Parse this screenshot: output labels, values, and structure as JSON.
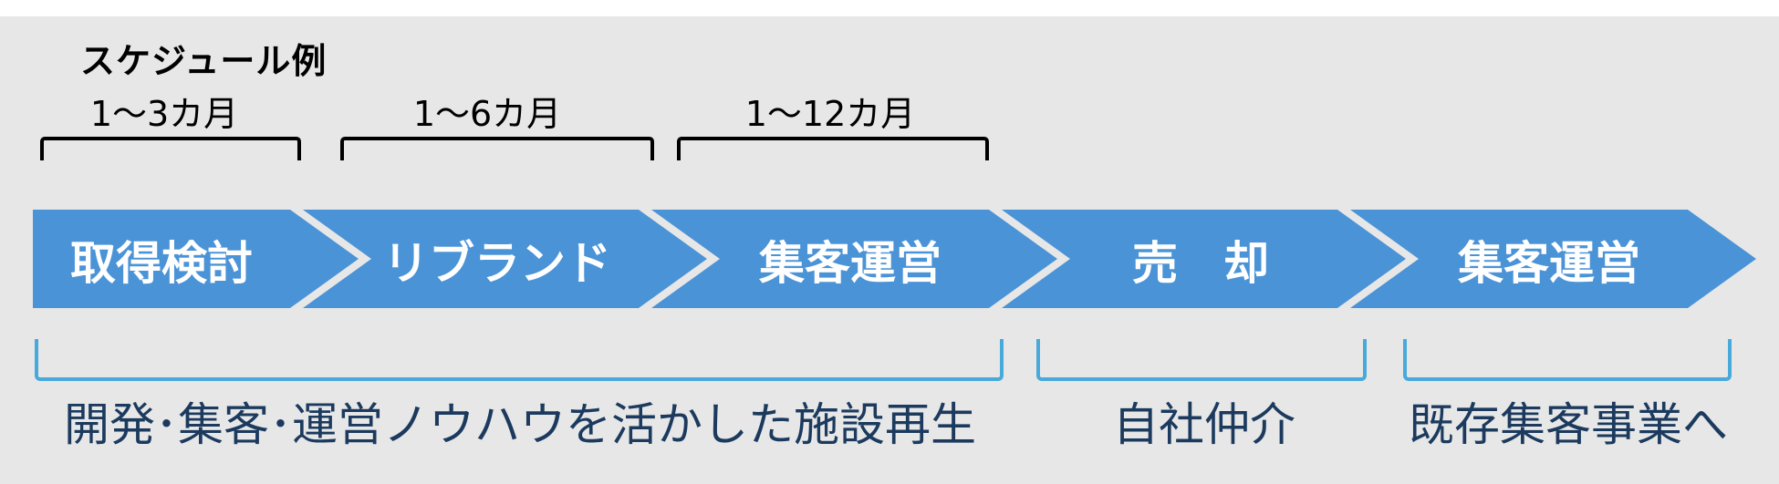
{
  "schedule_title": "スケジュール例",
  "durations": [
    "1～3カ月",
    "1～6カ月",
    "1～12カ月"
  ],
  "steps": [
    "取得検討",
    "リブランド",
    "集客運営",
    "売　却",
    "集客運営"
  ],
  "outcomes": [
    "開発･集客･運営ノウハウを活かした施設再生",
    "自社仲介",
    "既存集客事業へ"
  ],
  "colors": {
    "background": "#e7e7e7",
    "chevron": "#4a93d7",
    "bracket_top": "#000000",
    "bracket_bottom": "#48a9db",
    "outcome_text": "#1b3a5e"
  }
}
